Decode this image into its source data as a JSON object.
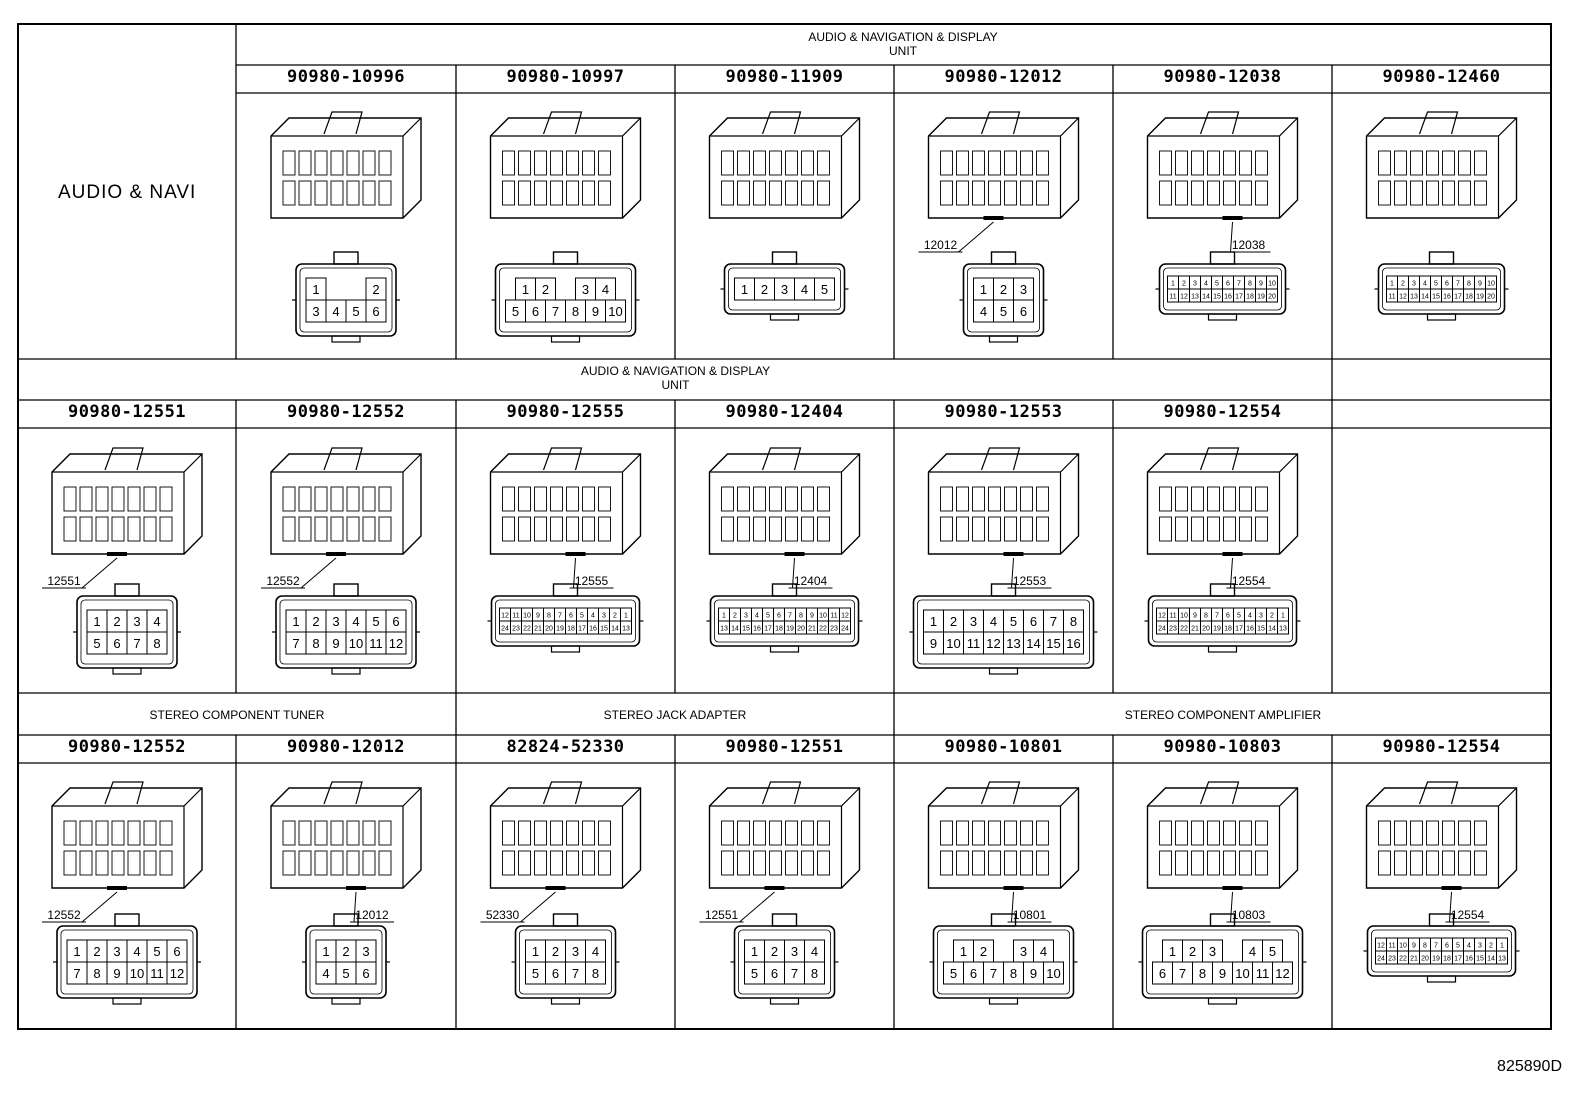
{
  "side_label": "AUDIO & NAVI",
  "footer_code": "825890D",
  "sections": [
    {
      "label_line1": "AUDIO & NAVIGATION & DISPLAY",
      "label_line2": "UNIT"
    },
    {
      "label_line1": "AUDIO & NAVIGATION & DISPLAY",
      "label_line2": "UNIT"
    },
    {
      "label_line1": "STEREO COMPONENT TUNER"
    },
    {
      "label_line1": "STEREO JACK ADAPTER"
    },
    {
      "label_line1": "STEREO COMPONENT AMPLIFIER"
    }
  ],
  "rows": [
    {
      "connectors": [
        {
          "part": "90980-10996",
          "face": "A",
          "pins": [
            [
              "1",
              "",
              "",
              "2"
            ],
            [
              "3",
              "4",
              "5",
              "6"
            ]
          ]
        },
        {
          "part": "90980-10997",
          "face": "B",
          "pins": [
            [
              "1",
              "2",
              "",
              "3",
              "4"
            ],
            [
              "5",
              "6",
              "7",
              "8",
              "9",
              "10"
            ]
          ]
        },
        {
          "part": "90980-11909",
          "face": "C",
          "pins": [
            [
              "1",
              "2",
              "3",
              "4",
              "5"
            ]
          ]
        },
        {
          "part": "90980-12012",
          "face": "D",
          "callout": "12012",
          "pins": [
            [
              "1",
              "2",
              "3"
            ],
            [
              "4",
              "5",
              "6"
            ]
          ]
        },
        {
          "part": "90980-12038",
          "face": "E",
          "callout": "12038",
          "pins": [
            [
              "1",
              "2",
              "3",
              "4",
              "5",
              "6",
              "7",
              "8",
              "9",
              "10"
            ],
            [
              "11",
              "12",
              "13",
              "14",
              "15",
              "16",
              "17",
              "18",
              "19",
              "20"
            ]
          ]
        },
        {
          "part": "90980-12460",
          "face": "F",
          "pins": [
            [
              "1",
              "2",
              "3",
              "4",
              "5",
              "6",
              "7",
              "8",
              "9",
              "10"
            ],
            [
              "11",
              "12",
              "13",
              "14",
              "15",
              "16",
              "17",
              "18",
              "19",
              "20"
            ]
          ]
        }
      ]
    },
    {
      "connectors": [
        {
          "part": "90980-12551",
          "face": "G",
          "callout": "12551",
          "pins": [
            [
              "1",
              "2",
              "3",
              "4"
            ],
            [
              "5",
              "6",
              "7",
              "8"
            ]
          ]
        },
        {
          "part": "90980-12552",
          "face": "H",
          "callout": "12552",
          "pins": [
            [
              "1",
              "2",
              "3",
              "4",
              "5",
              "6"
            ],
            [
              "7",
              "8",
              "9",
              "10",
              "11",
              "12"
            ]
          ]
        },
        {
          "part": "90980-12555",
          "face": "I",
          "callout": "12555",
          "pins": [
            [
              "12",
              "11",
              "10",
              "9",
              "8",
              "7",
              "6",
              "5",
              "4",
              "3",
              "2",
              "1"
            ],
            [
              "24",
              "23",
              "22",
              "21",
              "20",
              "19",
              "18",
              "17",
              "16",
              "15",
              "14",
              "13"
            ]
          ]
        },
        {
          "part": "90980-12404",
          "face": "J",
          "callout": "12404",
          "pins": [
            [
              "1",
              "2",
              "3",
              "4",
              "5",
              "6",
              "7",
              "8",
              "9",
              "10",
              "11",
              "12"
            ],
            [
              "13",
              "14",
              "15",
              "16",
              "17",
              "18",
              "19",
              "20",
              "21",
              "22",
              "23",
              "24"
            ]
          ]
        },
        {
          "part": "90980-12553",
          "face": "K",
          "callout": "12553",
          "pins": [
            [
              "1",
              "2",
              "3",
              "4",
              "5",
              "6",
              "7",
              "8"
            ],
            [
              "9",
              "10",
              "11",
              "12",
              "13",
              "14",
              "15",
              "16"
            ]
          ]
        },
        {
          "part": "90980-12554",
          "face": "L",
          "callout": "12554",
          "pins": [
            [
              "12",
              "11",
              "10",
              "9",
              "8",
              "7",
              "6",
              "5",
              "4",
              "3",
              "2",
              "1"
            ],
            [
              "24",
              "23",
              "22",
              "21",
              "20",
              "19",
              "18",
              "17",
              "16",
              "15",
              "14",
              "13"
            ]
          ]
        }
      ]
    },
    {
      "connectors": [
        {
          "part": "90980-12552",
          "face": "H",
          "callout": "12552",
          "pins": [
            [
              "1",
              "2",
              "3",
              "4",
              "5",
              "6"
            ],
            [
              "7",
              "8",
              "9",
              "10",
              "11",
              "12"
            ]
          ]
        },
        {
          "part": "90980-12012",
          "face": "D",
          "callout": "12012",
          "pins": [
            [
              "1",
              "2",
              "3"
            ],
            [
              "4",
              "5",
              "6"
            ]
          ]
        },
        {
          "part": "82824-52330",
          "face": "G",
          "callout": "52330",
          "pins": [
            [
              "1",
              "2",
              "3",
              "4"
            ],
            [
              "5",
              "6",
              "7",
              "8"
            ]
          ]
        },
        {
          "part": "90980-12551",
          "face": "G",
          "callout": "12551",
          "pins": [
            [
              "1",
              "2",
              "3",
              "4"
            ],
            [
              "5",
              "6",
              "7",
              "8"
            ]
          ]
        },
        {
          "part": "90980-10801",
          "face": "M",
          "callout": "10801",
          "pins": [
            [
              "1",
              "2",
              "",
              "3",
              "4"
            ],
            [
              "5",
              "6",
              "7",
              "8",
              "9",
              "10"
            ]
          ]
        },
        {
          "part": "90980-10803",
          "face": "N",
          "callout": "10803",
          "pins": [
            [
              "1",
              "2",
              "3",
              "",
              "4",
              "5"
            ],
            [
              "6",
              "7",
              "8",
              "9",
              "10",
              "11",
              "12"
            ]
          ]
        },
        {
          "part": "90980-12554",
          "face": "L",
          "callout": "12554",
          "pins": [
            [
              "12",
              "11",
              "10",
              "9",
              "8",
              "7",
              "6",
              "5",
              "4",
              "3",
              "2",
              "1"
            ],
            [
              "24",
              "23",
              "22",
              "21",
              "20",
              "19",
              "18",
              "17",
              "16",
              "15",
              "14",
              "13"
            ]
          ]
        }
      ]
    }
  ]
}
